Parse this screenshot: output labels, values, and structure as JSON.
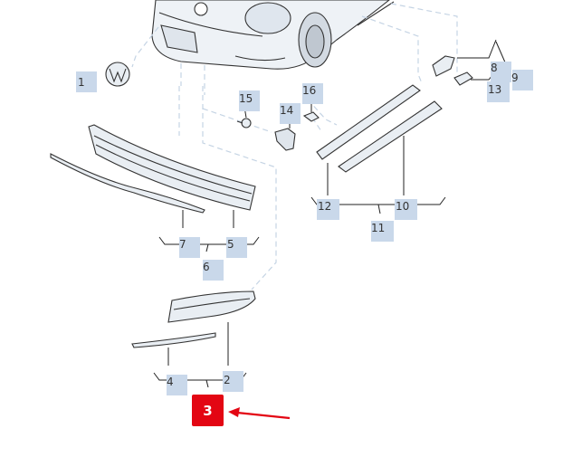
{
  "callouts": {
    "c1": "1",
    "c2": "2",
    "c4": "4",
    "c5": "5",
    "c6": "6",
    "c7": "7",
    "c8": "8",
    "c9": "9",
    "c10": "10",
    "c11": "11",
    "c12": "12",
    "c13": "13",
    "c14": "14",
    "c15": "15",
    "c16": "16"
  },
  "highlight": {
    "label": "3",
    "color": "#e30613"
  },
  "colors": {
    "part_fill": "#e9eef3",
    "callout_box": "#c9d8ea",
    "dashed_line": "#c5d4e4",
    "arrow": "#e30613"
  }
}
